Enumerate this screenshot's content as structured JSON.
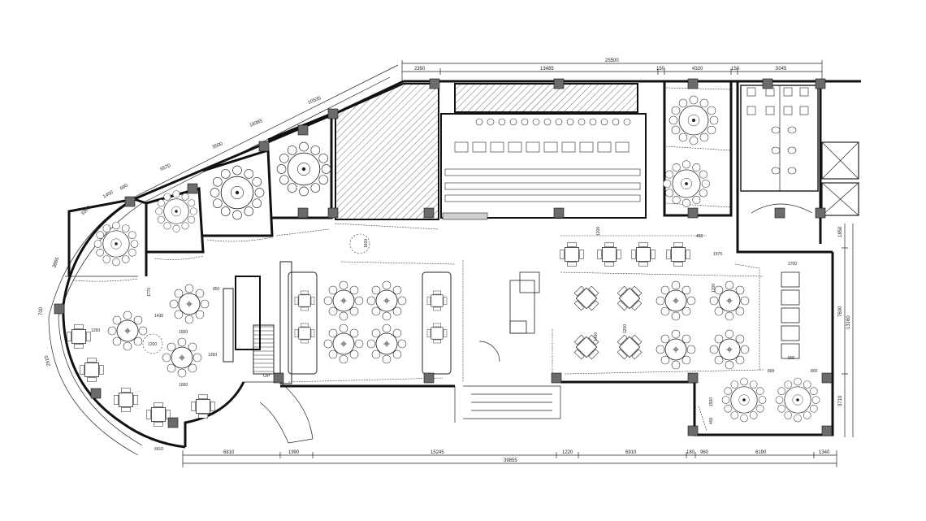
{
  "top_dimensions": {
    "overall": "25500",
    "segments": [
      "2350",
      "13485",
      "150",
      "4320",
      "150",
      "5045"
    ]
  },
  "bottom_dimensions": {
    "overall": "39855",
    "segments": [
      "6810",
      "1990",
      "15245",
      "1220",
      "6910",
      "180",
      "960",
      "6190",
      "1340"
    ]
  },
  "right_dimensions": [
    "1850",
    "7600",
    "13160",
    "3710"
  ],
  "diagonal_dimensions": [
    "10535",
    "18385",
    "3500",
    "6570",
    "1400",
    "690",
    "3300",
    "3865",
    "700",
    "2910"
  ],
  "interior_dimensions": [
    "1770",
    "1430",
    "1260",
    "850",
    "1000",
    "1200",
    "1350",
    "1000",
    "1600",
    "1200",
    "1975",
    "450",
    "1700",
    "800",
    "900",
    "800",
    "1500",
    "400",
    "1200",
    "1400",
    "1200",
    "6410"
  ],
  "labels": {
    "up": "UP"
  },
  "colors": {
    "line": "#111111",
    "column": "#6b6b6b",
    "background": "#ffffff"
  }
}
